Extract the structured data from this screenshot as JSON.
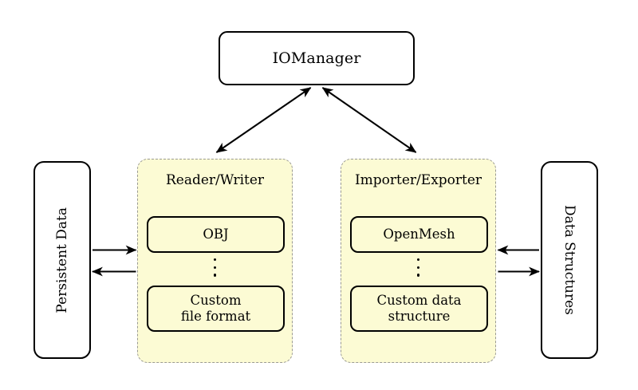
{
  "diagram": {
    "title_node": {
      "label": "IOManager"
    },
    "left_outer": {
      "label": "Persistent Data"
    },
    "right_outer": {
      "label": "Data Structures"
    },
    "groups": [
      {
        "title": "Reader/Writer",
        "top_item": "OBJ",
        "ellipsis": "⋮",
        "bottom_item_line1": "Custom",
        "bottom_item_line2": "file format"
      },
      {
        "title": "Importer/Exporter",
        "top_item": "OpenMesh",
        "ellipsis": "⋮",
        "bottom_item_line1": "Custom data",
        "bottom_item_line2": "structure"
      }
    ],
    "colors": {
      "group_fill": "#fcfbd4",
      "group_border": "#9a9a93",
      "node_border": "#000000",
      "node_fill": "#ffffff",
      "arrow": "#000000",
      "page_background": "#ffffff"
    },
    "connections": [
      {
        "name": "iomanager-to-readerwriter",
        "from": "IOManager",
        "to": "Reader/Writer",
        "style": "double-headed diagonal"
      },
      {
        "name": "iomanager-to-importerexporter",
        "from": "IOManager",
        "to": "Importer/Exporter",
        "style": "double-headed diagonal"
      },
      {
        "name": "persistentdata-to-readerwriter",
        "from": "Persistent Data",
        "to": "Reader/Writer",
        "style": "arrow right"
      },
      {
        "name": "readerwriter-to-persistentdata",
        "from": "Reader/Writer",
        "to": "Persistent Data",
        "style": "arrow left"
      },
      {
        "name": "datastructures-to-importerexporter",
        "from": "Data Structures",
        "to": "Importer/Exporter",
        "style": "arrow left"
      },
      {
        "name": "importerexporter-to-datastructures",
        "from": "Importer/Exporter",
        "to": "Data Structures",
        "style": "arrow right"
      }
    ]
  }
}
